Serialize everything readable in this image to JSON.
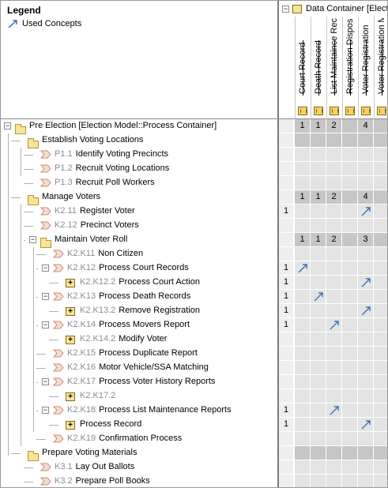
{
  "legend": {
    "title": "Legend",
    "item_label": "Used Concepts",
    "item_icon": "used-concept-arrow-icon"
  },
  "column_header": {
    "container_label": "Data Container [Electi",
    "columns": [
      "Court Record",
      "Death Record",
      "List Maintaince Record",
      "Registration Disposition",
      "Voter Registration",
      "Voter Registration M..."
    ]
  },
  "rows": [
    {
      "code": "",
      "label": "Pre Election [Election Model::Process Container]",
      "icon": "folder-icon",
      "expander": "minus",
      "cells": [
        "",
        "1",
        "1",
        "2",
        "",
        "4",
        ""
      ],
      "shade": "dark"
    },
    {
      "code": "",
      "label": "Establish Voting Locations",
      "icon": "folder-icon",
      "expander": "",
      "cells": [
        "",
        "",
        "",
        "",
        "",
        "",
        ""
      ],
      "shade": "dark"
    },
    {
      "code": "P1.1",
      "label": "Identify Voting Precincts",
      "icon": "process-icon",
      "expander": "",
      "cells": [
        "",
        "",
        "",
        "",
        "",
        "",
        ""
      ],
      "shade": "light"
    },
    {
      "code": "P1.2",
      "label": "Recruit Voting Locations",
      "icon": "process-icon",
      "expander": "",
      "cells": [
        "",
        "",
        "",
        "",
        "",
        "",
        ""
      ],
      "shade": "light"
    },
    {
      "code": "P1.3",
      "label": "Recruit Poll Workers",
      "icon": "process-icon",
      "expander": "",
      "cells": [
        "",
        "",
        "",
        "",
        "",
        "",
        ""
      ],
      "shade": "light"
    },
    {
      "code": "",
      "label": "Manage Voters",
      "icon": "folder-icon",
      "expander": "",
      "cells": [
        "",
        "1",
        "1",
        "2",
        "",
        "4",
        ""
      ],
      "shade": "dark"
    },
    {
      "code": "K2.11",
      "label": "Register Voter",
      "icon": "process-icon",
      "expander": "",
      "cells": [
        "1",
        "",
        "",
        "",
        "",
        "↗",
        ""
      ],
      "shade": "light"
    },
    {
      "code": "K2.12",
      "label": "Precinct Voters",
      "icon": "process-icon",
      "expander": "",
      "cells": [
        "",
        "",
        "",
        "",
        "",
        "",
        ""
      ],
      "shade": "light"
    },
    {
      "code": "",
      "label": "Maintain Voter Roll",
      "icon": "folder-icon",
      "expander": "minus",
      "cells": [
        "",
        "1",
        "1",
        "2",
        "",
        "3",
        ""
      ],
      "shade": "dark"
    },
    {
      "code": "K2.K11",
      "label": "Non Citizen",
      "icon": "process-icon",
      "expander": "",
      "cells": [
        "",
        "",
        "",
        "",
        "",
        "",
        ""
      ],
      "shade": "light"
    },
    {
      "code": "K2.K12",
      "label": "Process Court Records",
      "icon": "process-icon",
      "expander": "minus",
      "cells": [
        "1",
        "↗",
        "",
        "",
        "",
        "",
        ""
      ],
      "shade": "light"
    },
    {
      "code": "K2.K12.2",
      "label": "Process Court Action",
      "icon": "plus-icon",
      "expander": "",
      "cells": [
        "1",
        "",
        "",
        "",
        "",
        "↗",
        ""
      ],
      "shade": "light"
    },
    {
      "code": "K2.K13",
      "label": "Process Death Records",
      "icon": "process-icon",
      "expander": "minus",
      "cells": [
        "1",
        "",
        "↗",
        "",
        "",
        "",
        ""
      ],
      "shade": "light"
    },
    {
      "code": "K2.K13.2",
      "label": "Remove Registration",
      "icon": "plus-icon",
      "expander": "",
      "cells": [
        "1",
        "",
        "",
        "",
        "",
        "↗",
        ""
      ],
      "shade": "light"
    },
    {
      "code": "K2.K14",
      "label": "Process Movers Report",
      "icon": "process-icon",
      "expander": "minus",
      "cells": [
        "1",
        "",
        "",
        "↗",
        "",
        "",
        ""
      ],
      "shade": "light"
    },
    {
      "code": "K2.K14.2",
      "label": "Modify Voter",
      "icon": "plus-icon",
      "expander": "",
      "cells": [
        "",
        "",
        "",
        "",
        "",
        "",
        ""
      ],
      "shade": "light"
    },
    {
      "code": "K2.K15",
      "label": "Process Duplicate Report",
      "icon": "process-icon",
      "expander": "",
      "cells": [
        "",
        "",
        "",
        "",
        "",
        "",
        ""
      ],
      "shade": "light"
    },
    {
      "code": "K2.K16",
      "label": "Motor Vehicle/SSA Matching",
      "icon": "process-icon",
      "expander": "",
      "cells": [
        "",
        "",
        "",
        "",
        "",
        "",
        ""
      ],
      "shade": "light"
    },
    {
      "code": "K2.K17",
      "label": "Process Voter History Reports",
      "icon": "process-icon",
      "expander": "minus",
      "cells": [
        "",
        "",
        "",
        "",
        "",
        "",
        ""
      ],
      "shade": "light"
    },
    {
      "code": "K2.K17.2",
      "label": "",
      "icon": "plus-icon",
      "expander": "",
      "cells": [
        "",
        "",
        "",
        "",
        "",
        "",
        ""
      ],
      "shade": "light"
    },
    {
      "code": "K2.K18",
      "label": "Process List Maintenance Reports",
      "icon": "process-icon",
      "expander": "minus",
      "cells": [
        "1",
        "",
        "",
        "↗",
        "",
        "",
        ""
      ],
      "shade": "light"
    },
    {
      "code": "",
      "label": "Process Record",
      "icon": "plus-icon",
      "expander": "",
      "cells": [
        "1",
        "",
        "",
        "",
        "",
        "↗",
        ""
      ],
      "shade": "light"
    },
    {
      "code": "K2.K19",
      "label": "Confirmation Process",
      "icon": "process-icon",
      "expander": "",
      "cells": [
        "",
        "",
        "",
        "",
        "",
        "",
        ""
      ],
      "shade": "light"
    },
    {
      "code": "",
      "label": "Prepare Voting Materials",
      "icon": "folder-icon",
      "expander": "",
      "cells": [
        "",
        "",
        "",
        "",
        "",
        "",
        ""
      ],
      "shade": "dark"
    },
    {
      "code": "K3.1",
      "label": "Lay Out Ballots",
      "icon": "process-icon",
      "expander": "",
      "cells": [
        "",
        "",
        "",
        "",
        "",
        "",
        ""
      ],
      "shade": "light"
    },
    {
      "code": "K3.2",
      "label": "Prepare Poll Books",
      "icon": "process-icon",
      "expander": "",
      "cells": [
        "",
        "",
        "",
        "",
        "",
        "",
        ""
      ],
      "shade": "light"
    }
  ],
  "colors": {
    "cell_light": "#e3e3e3",
    "cell_dark": "#c6c6c6",
    "arrow": "#1f5fb5",
    "code_gray": "#8c8c8c"
  }
}
